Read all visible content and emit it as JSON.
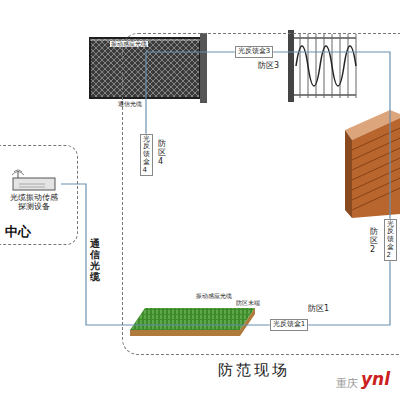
{
  "diagram": {
    "nodes": [
      {
        "text": [
          "中心"
        ]
      },
      {
        "text": [
          "光缆振动传感探测设备"
        ],
        "in": 0
      },
      {
        "text": [
          "防范现场"
        ]
      },
      {
        "text": [
          "光反馈盒1"
        ],
        "in": 2
      },
      {
        "text": [
          "光反馈盒2"
        ],
        "in": 2
      },
      {
        "text": [
          "光反馈盒3"
        ],
        "in": 2
      },
      {
        "text": [
          "光反馈盒4"
        ],
        "in": 2
      }
    ],
    "edges": [
      {
        "from": 1,
        "to": 3,
        "arrow": "none",
        "label": "通信光缆"
      },
      {
        "from": 3,
        "to": 4,
        "arrow": "none"
      },
      {
        "from": 4,
        "to": 5,
        "arrow": "none"
      },
      {
        "from": 5,
        "to": 6,
        "arrow": "none"
      }
    ],
    "labels": [
      "防区1",
      "防区2",
      "防区3",
      "防区4",
      "振动感应光缆",
      "防区末端",
      "振动感应光缆",
      "通信光缆",
      "重庆",
      "ynl"
    ]
  }
}
